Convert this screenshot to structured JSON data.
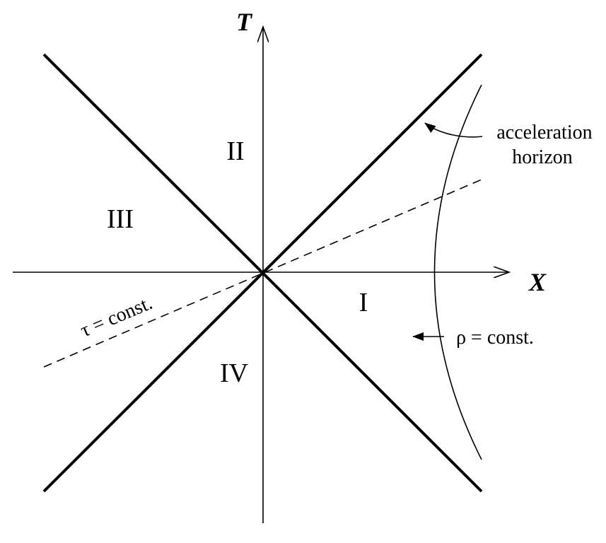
{
  "axes": {
    "t_label": "T",
    "x_label": "X"
  },
  "regions": {
    "r1": "I",
    "r2": "II",
    "r3": "III",
    "r4": "IV"
  },
  "annotations": {
    "horizon_line1": "acceleration",
    "horizon_line2": "horizon",
    "rho": "ρ = const.",
    "tau": "τ = const."
  }
}
